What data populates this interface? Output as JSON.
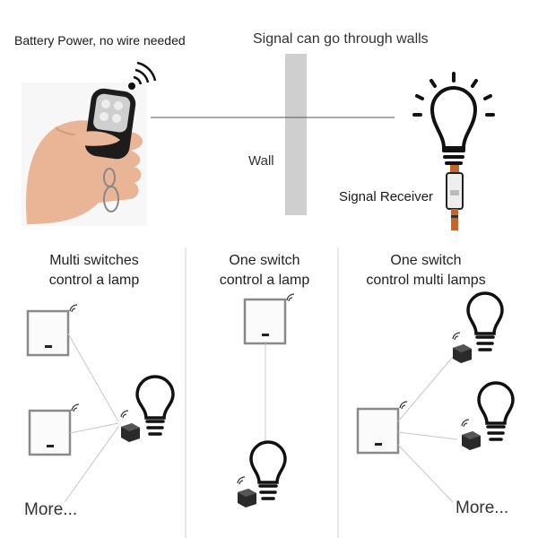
{
  "top": {
    "battery_text": "Battery Power, no wire needed",
    "signal_text": "Signal can go through walls",
    "wall_text": "Wall",
    "receiver_text": "Signal Receiver"
  },
  "panels": [
    {
      "line1": "Multi switches",
      "line2": "control a lamp",
      "more": "More..."
    },
    {
      "line1": "One switch",
      "line2": "control a lamp"
    },
    {
      "line1": "One switch",
      "line2": "control multi lamps",
      "more": "More..."
    }
  ],
  "colors": {
    "wall": "#cfcfcf",
    "line": "#c8c8c8",
    "skin": "#e9b596",
    "remote": "#1c1c1c",
    "receiver_wire": "#c8642a"
  }
}
